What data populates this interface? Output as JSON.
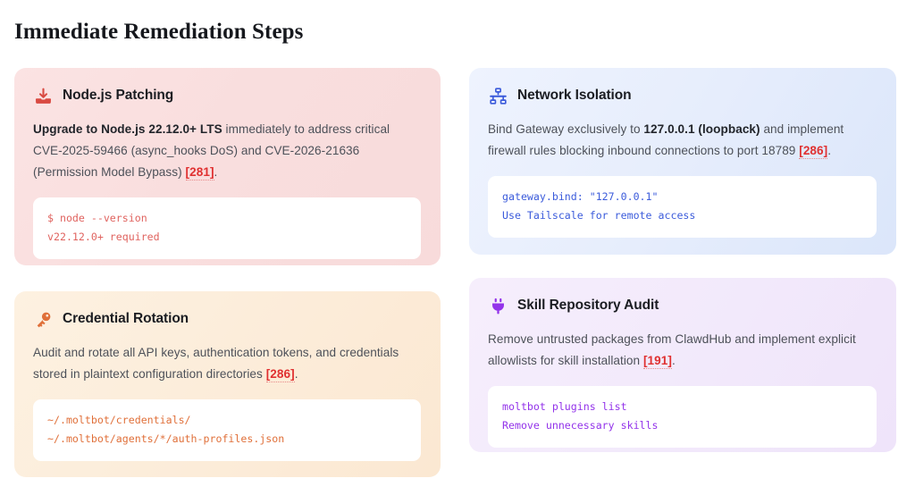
{
  "page": {
    "title": "Immediate Remediation Steps"
  },
  "cards": [
    {
      "id": "nodejs-patching",
      "icon": "download-tray-icon",
      "accent": "#d94a42",
      "title": "Node.js Patching",
      "body_strong": "Upgrade to Node.js 22.12.0+ LTS",
      "body_rest_1": " immediately to address critical CVE-2025-59466 (async_hooks DoS) and CVE-2026-21636 (Permission Model Bypass) ",
      "citation": "[281]",
      "body_rest_2": ".",
      "code": [
        "$ node --version",
        "v22.12.0+ required"
      ]
    },
    {
      "id": "network-isolation",
      "icon": "network-sitemap-icon",
      "accent": "#3b5bdb",
      "title": "Network Isolation",
      "body_pre": "Bind Gateway exclusively to ",
      "body_strong": "127.0.0.1 (loopback)",
      "body_rest_1": " and implement firewall rules blocking inbound connections to port 18789 ",
      "citation": "[286]",
      "body_rest_2": ".",
      "code": [
        "gateway.bind: \"127.0.0.1\"",
        "Use Tailscale for remote access"
      ]
    },
    {
      "id": "credential-rotation",
      "icon": "key-icon",
      "accent": "#e0703a",
      "title": "Credential Rotation",
      "body_rest_1": "Audit and rotate all API keys, authentication tokens, and credentials stored in plaintext configuration directories ",
      "citation": "[286]",
      "body_rest_2": ".",
      "code": [
        "~/.moltbot/credentials/",
        "~/.moltbot/agents/*/auth-profiles.json"
      ]
    },
    {
      "id": "skill-repository-audit",
      "icon": "power-plug-icon",
      "accent": "#9333ea",
      "title": "Skill Repository Audit",
      "body_rest_1": "Remove untrusted packages from ClawdHub and implement explicit allowlists for skill installation ",
      "citation": "[191]",
      "body_rest_2": ".",
      "code": [
        "moltbot plugins list",
        "Remove unnecessary skills"
      ]
    }
  ]
}
